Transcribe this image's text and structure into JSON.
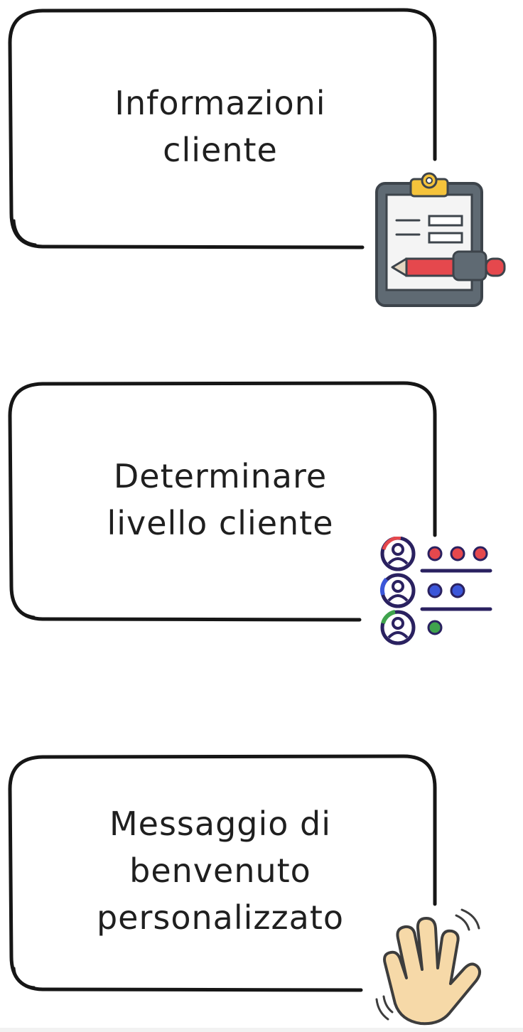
{
  "steps": [
    {
      "text": "Informazioni\ncliente",
      "icon": "clipboard-pen-icon"
    },
    {
      "text": "Determinare\nlivello cliente",
      "icon": "customer-tier-list-icon"
    },
    {
      "text": "Messaggio di\nbenvenuto\npersonalizzato",
      "icon": "waving-hand-icon"
    }
  ],
  "colors": {
    "outline": "#161616",
    "clipboard_board": "#5f6a73",
    "clipboard_clip": "#f5c33b",
    "pen_red": "#e5484d",
    "tier_red": "#e5484d",
    "tier_blue": "#3b56d9",
    "tier_green": "#3fa34d",
    "tier_navy": "#2a2160",
    "hand_skin": "#f6d9a8"
  }
}
